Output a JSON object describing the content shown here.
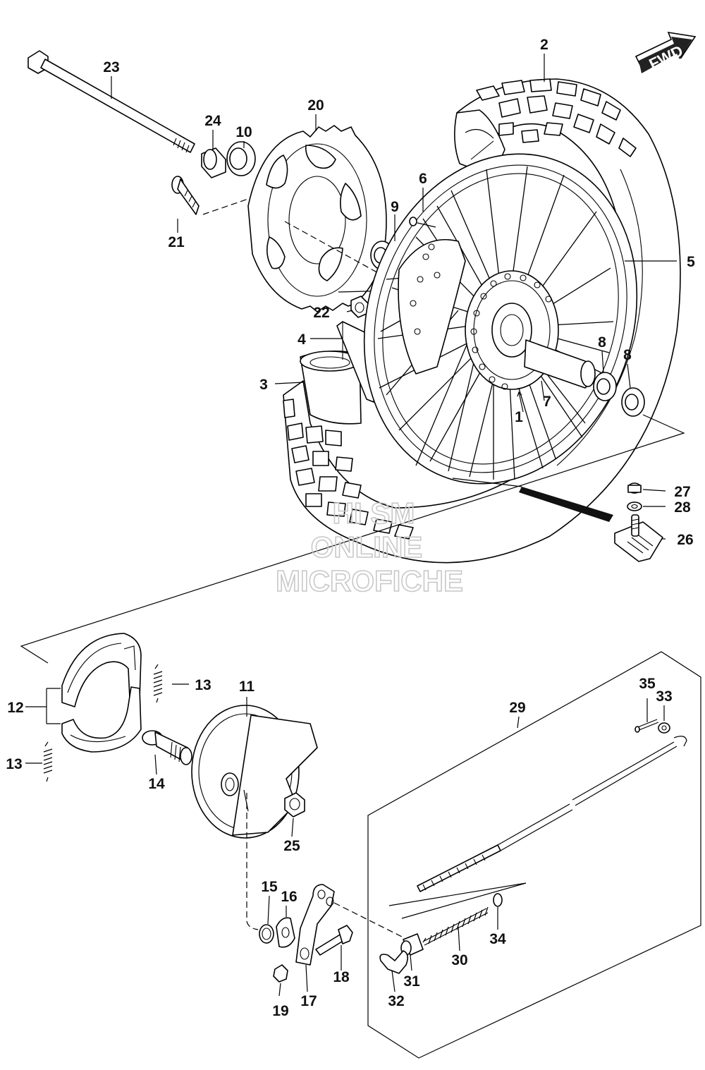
{
  "direction_badge": "FWD",
  "watermark": {
    "line1": "HI SM",
    "line2": "ONLINE",
    "line3": "MICROFICHE"
  },
  "labels": {
    "l1": "1",
    "l2": "2",
    "l3": "3",
    "l4": "4",
    "l5": "5",
    "l6": "6",
    "l7": "7",
    "l8a": "8",
    "l8b": "8",
    "l9": "9",
    "l10": "10",
    "l11": "11",
    "l12": "12",
    "l13a": "13",
    "l13b": "13",
    "l14": "14",
    "l15": "15",
    "l16": "16",
    "l17": "17",
    "l18": "18",
    "l19": "19",
    "l20": "20",
    "l21": "21",
    "l22": "22",
    "l23": "23",
    "l24": "24",
    "l25": "25",
    "l26": "26",
    "l27": "27",
    "l28": "28",
    "l29": "29",
    "l30": "30",
    "l31": "31",
    "l32": "32",
    "l33": "33",
    "l34": "34",
    "l35": "35"
  }
}
